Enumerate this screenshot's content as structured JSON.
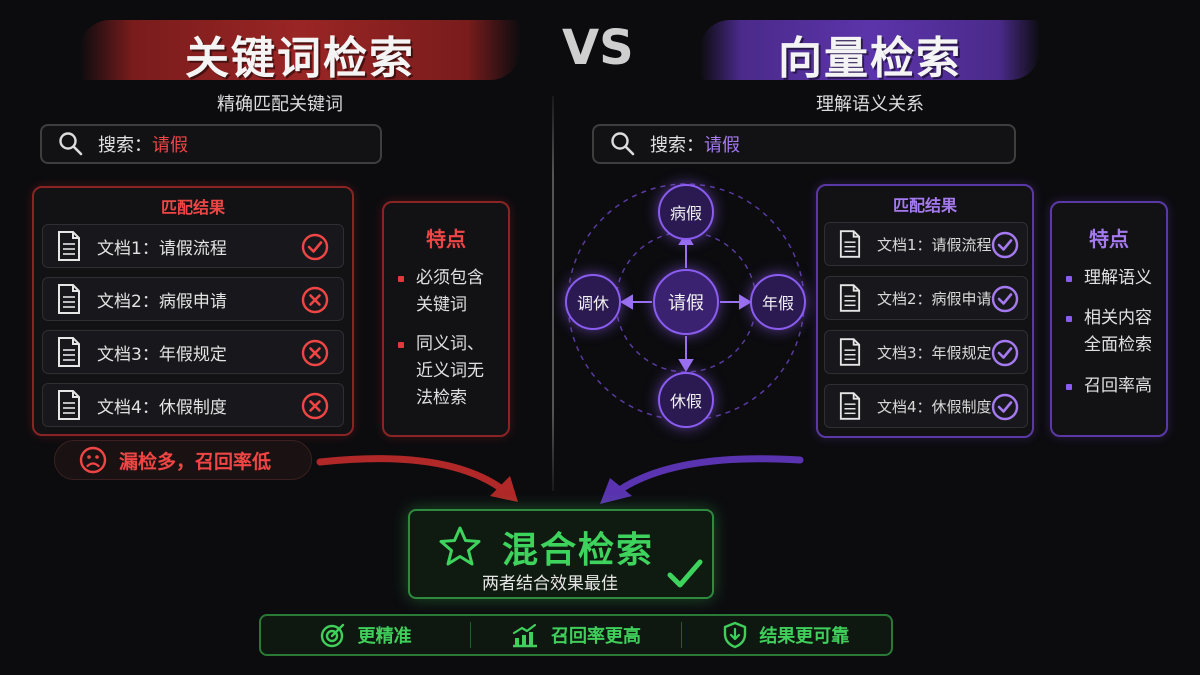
{
  "left": {
    "title": "关键词检索",
    "subtitle": "精确匹配关键词",
    "search": {
      "label": "搜索：",
      "keyword": "请假"
    },
    "results": {
      "heading": "匹配结果",
      "items": [
        {
          "prefix": "文档1：",
          "highlight": "请假",
          "suffix": "流程",
          "status": "match"
        },
        {
          "prefix": "文档2：",
          "highlight": "病假",
          "suffix": "申请",
          "status": "miss"
        },
        {
          "prefix": "文档3：",
          "highlight": "年假",
          "suffix": "规定",
          "status": "miss"
        },
        {
          "prefix": "文档4：",
          "highlight": "休假",
          "suffix": "制度",
          "status": "miss"
        }
      ]
    },
    "features": {
      "heading": "特点",
      "items": [
        "必须包含关键词",
        "同义词、近义词无法检索"
      ]
    },
    "warning": "漏检多，召回率低"
  },
  "vs": "VS",
  "right": {
    "title": "向量检索",
    "subtitle": "理解语义关系",
    "search": {
      "label": "搜索：",
      "keyword": "请假"
    },
    "graph": {
      "center": "请假",
      "top": "病假",
      "left": "调休",
      "right": "年假",
      "bottom": "休假"
    },
    "results": {
      "heading": "匹配结果",
      "items": [
        {
          "text": "文档1：请假流程",
          "status": "match"
        },
        {
          "text": "文档2：病假申请",
          "status": "match"
        },
        {
          "text": "文档3：年假规定",
          "status": "match"
        },
        {
          "text": "文档4：休假制度",
          "status": "match"
        }
      ]
    },
    "features": {
      "heading": "特点",
      "items": [
        "理解语义",
        "相关内容全面检索",
        "召回率高"
      ]
    }
  },
  "hybrid": {
    "title": "混合检索",
    "subtitle": "两者结合效果最佳"
  },
  "benefits": [
    "更精准",
    "召回率更高",
    "结果更可靠"
  ],
  "colors": {
    "red": "#f04545",
    "purple": "#a57af0",
    "green": "#3ed35c",
    "background": "#0c0c0f"
  }
}
